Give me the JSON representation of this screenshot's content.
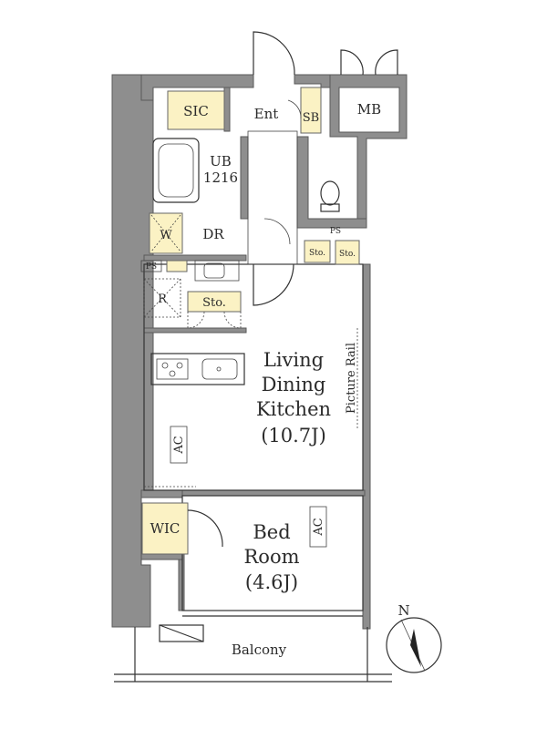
{
  "colors": {
    "wall": "#8e8e8e",
    "storage_highlight": "#fbf2c4",
    "line": "#333333",
    "background": "#ffffff"
  },
  "rooms": {
    "sic": "SIC",
    "entrance": "Ent",
    "shoe_box": "SB",
    "meter_box": "MB",
    "unit_bath": "UB",
    "unit_bath_size": "1216",
    "washer": "W",
    "dressing_room": "DR",
    "pipe_space_left": "PS",
    "pipe_space_toilet": "PS",
    "refrigerator": "R",
    "storage_kitchen": "Sto.",
    "storage_hall_1": "Sto.",
    "storage_hall_2": "Sto.",
    "ldk_line1": "Living",
    "ldk_line2": "Dining",
    "ldk_line3": "Kitchen",
    "ldk_size": "(10.7J)",
    "picture_rail": "Picture Rail",
    "ac_ldk": "AC",
    "wic": "WIC",
    "bedroom_line1": "Bed",
    "bedroom_line2": "Room",
    "bedroom_size": "(4.6J)",
    "ac_bedroom": "AC",
    "balcony": "Balcony"
  },
  "compass": {
    "north_label": "N",
    "icon": "north-arrow-icon"
  }
}
